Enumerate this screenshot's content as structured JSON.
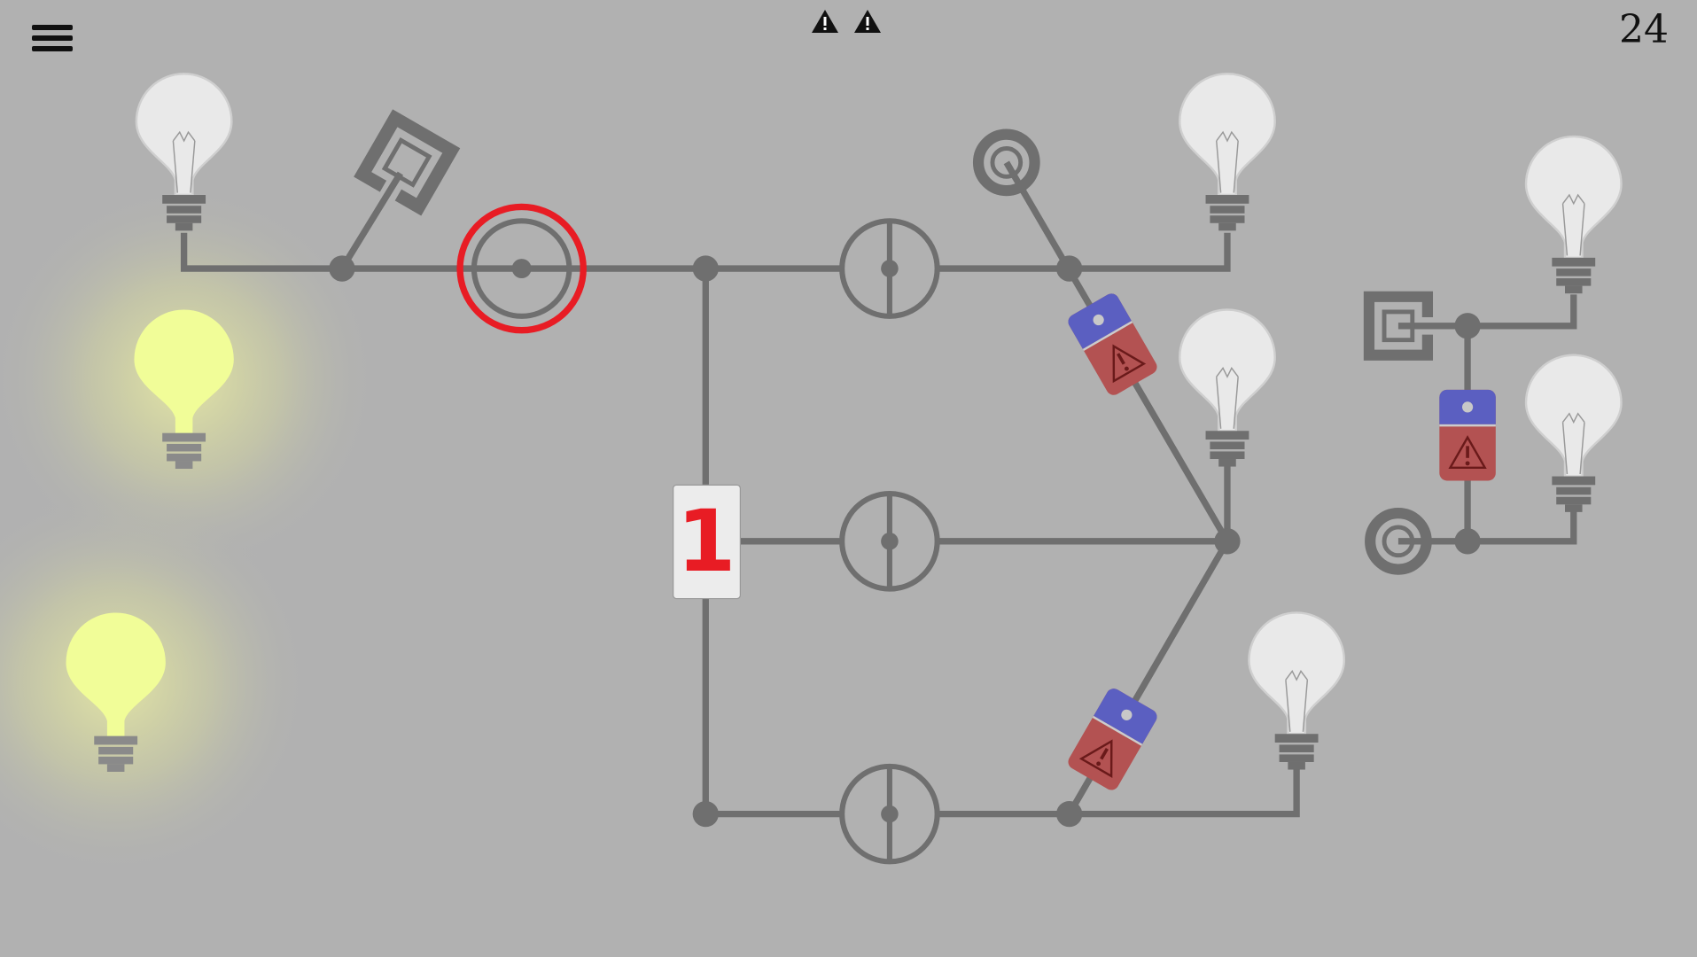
{
  "hud": {
    "level": "24",
    "warnings": 2,
    "menu_icon": "hamburger-icon",
    "warning_icon": "warning-triangle-icon"
  },
  "board": {
    "switch_counter": "1",
    "lit_bulbs": 2,
    "unlit_bulbs": 6,
    "batteries": 3,
    "colors": {
      "wire": "#6f6f6f",
      "selected": "#e81c24",
      "battery_top": "#5b5fc1",
      "battery_bottom": "#b35252",
      "lit_bulb": "#f1fd98",
      "background": "#b1b1b1"
    }
  }
}
